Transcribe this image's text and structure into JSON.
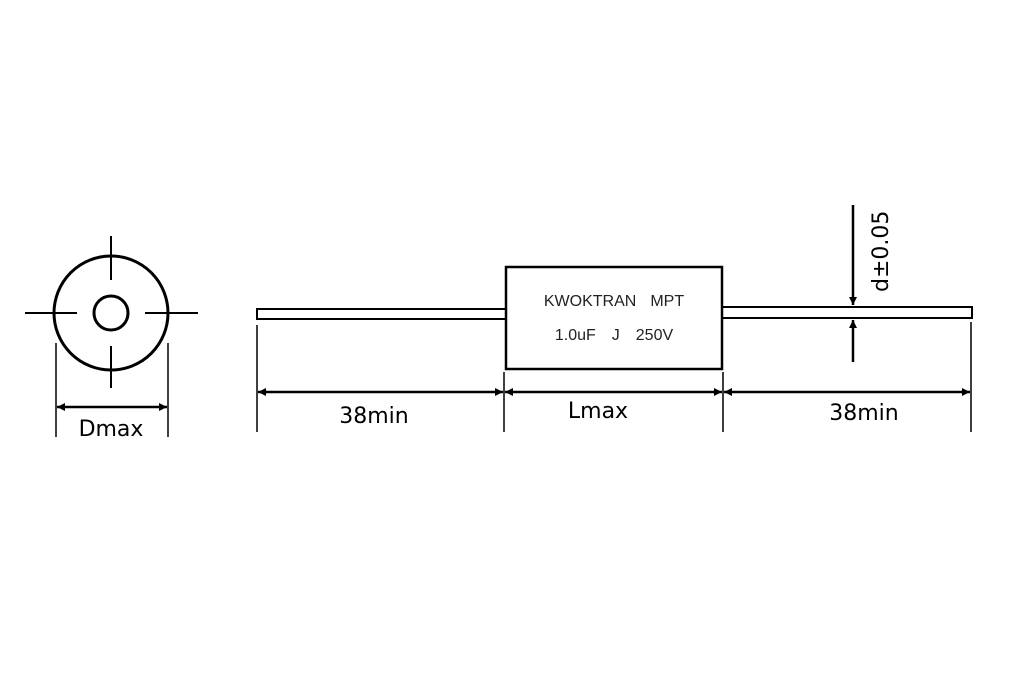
{
  "end_view": {
    "dimension_label": "Dmax"
  },
  "side_view": {
    "capacitor_label": {
      "line1_brand": "KWOKTRAN",
      "line1_series": "MPT",
      "line2_capacitance": "1.0uF",
      "line2_tolerance": "J",
      "line2_voltage": "250V"
    },
    "left_lead_label": "38min",
    "body_length_label": "Lmax",
    "right_lead_label": "38min",
    "lead_diameter_label": "d±0.05"
  }
}
